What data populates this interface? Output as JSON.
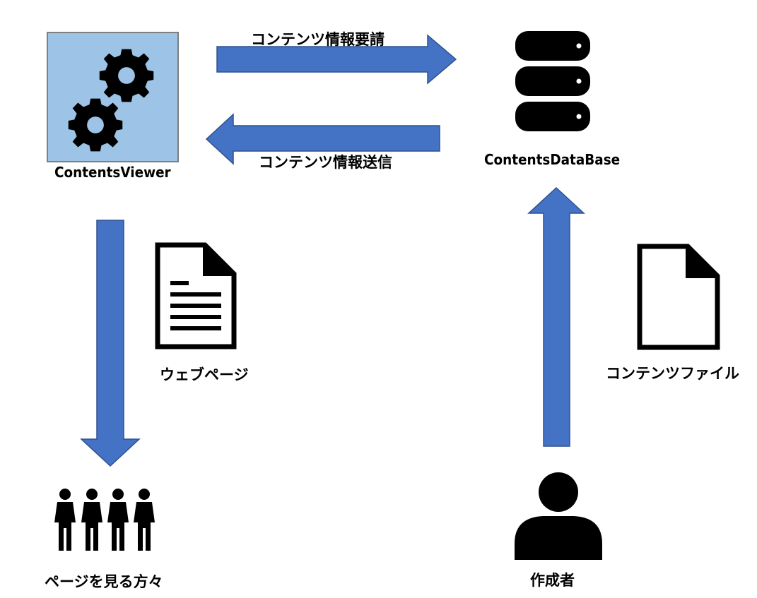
{
  "nodes": {
    "viewer": {
      "label": "ContentsViewer",
      "box_color": "#9dc3e6",
      "box_border": "#7f7f7f"
    },
    "database": {
      "label": "ContentsDataBase"
    },
    "webpage": {
      "label": "ウェブページ"
    },
    "content_file": {
      "label": "コンテンツファイル"
    },
    "page_viewers": {
      "label": "ページを見る方々"
    },
    "author": {
      "label": "作成者"
    }
  },
  "edges": {
    "request": {
      "label": "コンテンツ情報要請",
      "from": "ContentsViewer",
      "to": "ContentsDataBase"
    },
    "send": {
      "label": "コンテンツ情報送信",
      "from": "ContentsDataBase",
      "to": "ContentsViewer"
    },
    "deliver": {
      "label": "",
      "from": "ContentsViewer",
      "to": "ページを見る方々"
    },
    "upload": {
      "label": "",
      "from": "作成者",
      "to": "ContentsDataBase"
    }
  },
  "colors": {
    "arrow_fill": "#4472c4",
    "arrow_stroke": "#2f528f",
    "icon": "#000000"
  }
}
